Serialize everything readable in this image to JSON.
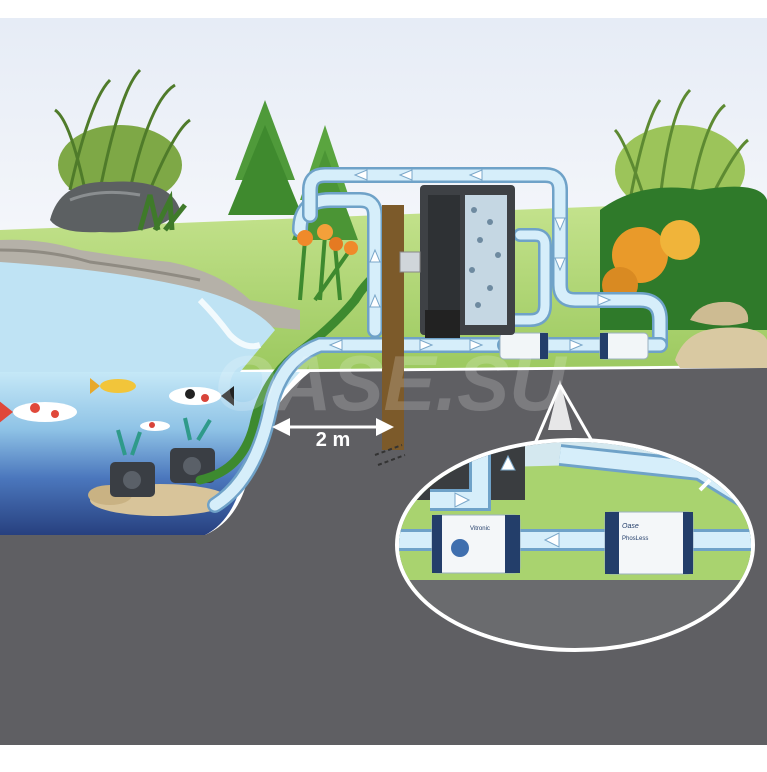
{
  "diagram": {
    "distance_label": "2 m",
    "watermark": "OASE.SU",
    "brand_label": "Oase",
    "unit_1_label": "Vitronic",
    "unit_2_label": "PhosLess",
    "colors": {
      "sky_top": "#e9eef7",
      "sky_bottom": "#f6f7fa",
      "grass": "#a9d36f",
      "ground": "#5f5f63",
      "water_top": "#bfe6f7",
      "water_deep": "#2f4f98",
      "pipe_fill": "#cfe9f8",
      "pipe_stroke": "#6fa2c8",
      "hose": "#3d8a2f",
      "filter_body": "#3e4145",
      "stake": "#7c5a2a"
    }
  }
}
